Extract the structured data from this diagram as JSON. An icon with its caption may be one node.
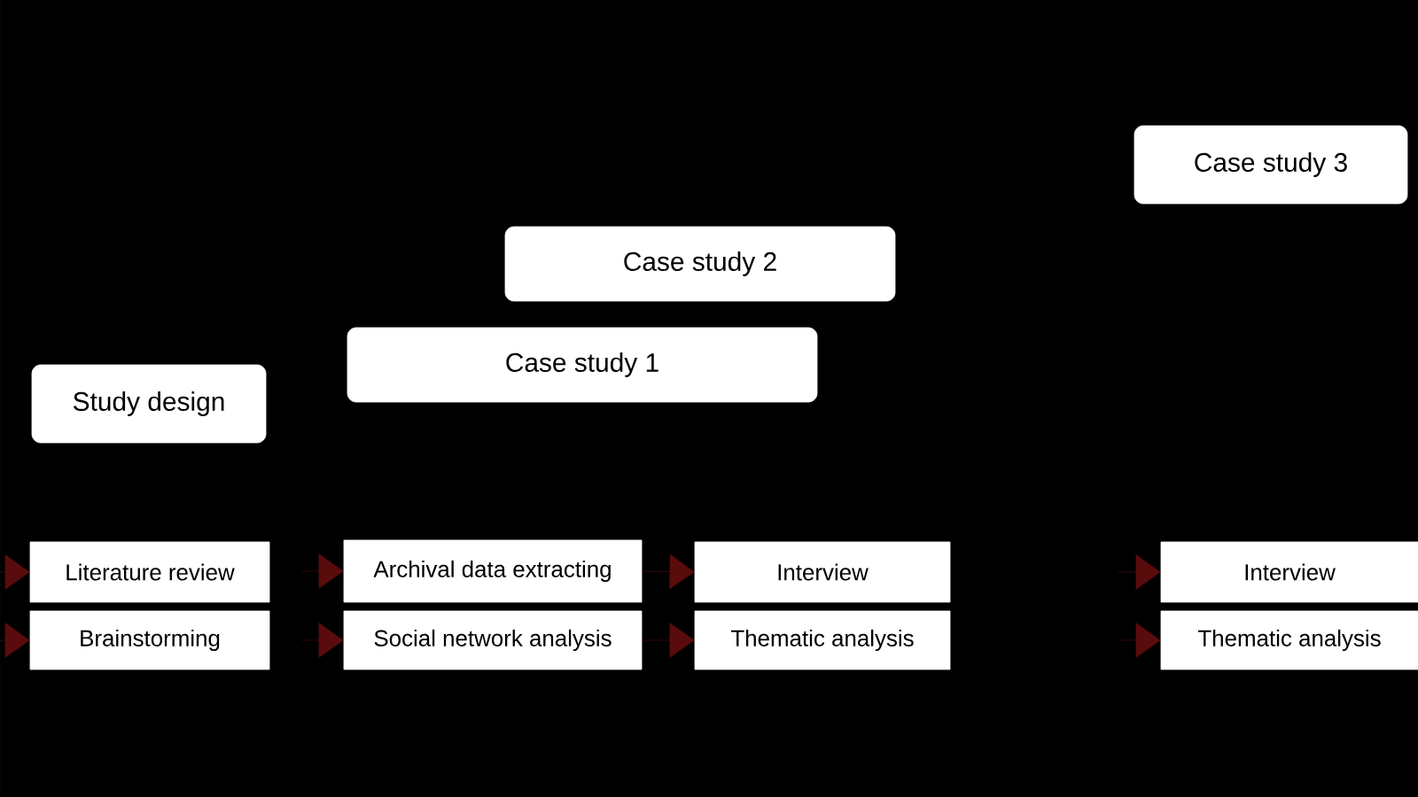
{
  "diagram": {
    "nodes": [
      {
        "text": [
          "Case study 3"
        ]
      },
      {
        "text": [
          "Case study 2"
        ]
      },
      {
        "text": [
          "Case study 1"
        ]
      },
      {
        "text": [
          "Study design"
        ]
      },
      {
        "text": [
          "Literature review"
        ]
      },
      {
        "text": [
          "Archival data extracting"
        ]
      },
      {
        "text": [
          "Interview"
        ]
      },
      {
        "text": [
          "Interview"
        ]
      },
      {
        "text": [
          "Brainstorming"
        ]
      },
      {
        "text": [
          "Social network analysis"
        ]
      },
      {
        "text": [
          "Thematic analysis"
        ]
      },
      {
        "text": [
          "Thematic analysis"
        ]
      }
    ],
    "edges": [
      {
        "from": null,
        "to": 4,
        "arrow": "to"
      },
      {
        "from": null,
        "to": 5,
        "arrow": "to"
      },
      {
        "from": 5,
        "to": 6,
        "arrow": "to"
      },
      {
        "from": null,
        "to": 7,
        "arrow": "to"
      },
      {
        "from": null,
        "to": 8,
        "arrow": "to"
      },
      {
        "from": null,
        "to": 9,
        "arrow": "to"
      },
      {
        "from": 9,
        "to": 10,
        "arrow": "to"
      },
      {
        "from": null,
        "to": 11,
        "arrow": "to"
      }
    ]
  }
}
